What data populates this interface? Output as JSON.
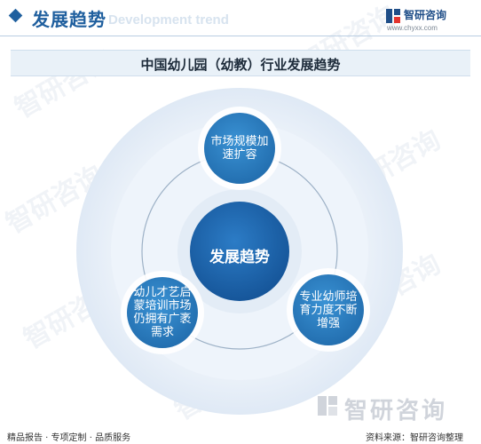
{
  "header": {
    "title": "发展趋势",
    "subtitle_en": "Development trend"
  },
  "brand": {
    "name": "智研咨询",
    "url": "www.chyxx.com"
  },
  "chart_title": "中国幼儿园（幼教）行业发展趋势",
  "diagram": {
    "center": "发展趋势",
    "nodes": [
      {
        "line1": "市场规模加",
        "line2": "速扩容",
        "line3": ""
      },
      {
        "line1": "专业幼师培",
        "line2": "育力度不断",
        "line3": "增强"
      },
      {
        "line1": "幼儿才艺启",
        "line2": "蒙培训市场",
        "line3": "仍拥有广袤",
        "line4": "需求"
      }
    ]
  },
  "watermark": {
    "text": "智研咨询"
  },
  "footer": {
    "left": "精品报告 · 专项定制 · 品质服务",
    "right": "资料来源：智研咨询整理"
  },
  "colors": {
    "accent": "#1f5f9e",
    "node_fill": "#2e82c4",
    "center_fill": "#1a62a8",
    "ring": "#e6eef8"
  }
}
